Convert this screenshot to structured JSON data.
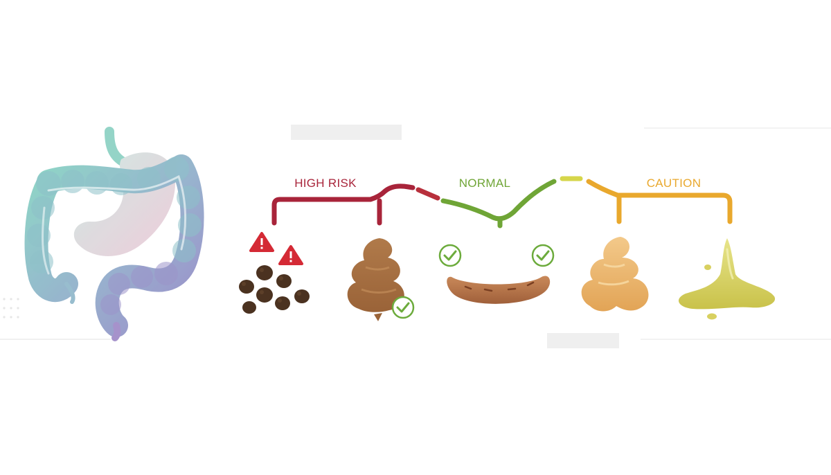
{
  "categories": [
    {
      "label": "HIGH RISK",
      "color": "#a8243a"
    },
    {
      "label": "NORMAL",
      "color": "#6fa536"
    },
    {
      "label": "CAUTION",
      "color": "#e9a82d"
    }
  ],
  "colors": {
    "high_risk": "#a8243a",
    "transition": "#c8d442",
    "normal": "#6fa536",
    "caution": "#e9a82d",
    "warning_icon": "#d42a35",
    "check_icon": "#6cab3c",
    "intestine_teal": "#79c4b6",
    "intestine_purple": "#8a84c4",
    "stomach_pink": "#e8c9d4"
  },
  "stool_types": [
    {
      "name": "separate-hard-lumps",
      "icon": "warning-icon"
    },
    {
      "name": "lumpy-sausage",
      "icon": "check-icon"
    },
    {
      "name": "smooth-sausage",
      "icon": "check-icon"
    },
    {
      "name": "soft-blobs",
      "icon": "none"
    },
    {
      "name": "liquid",
      "icon": "none"
    }
  ]
}
